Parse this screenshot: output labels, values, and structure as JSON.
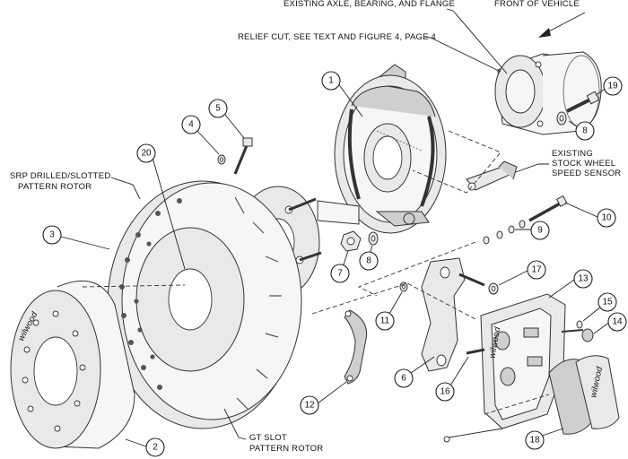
{
  "callouts": {
    "existing_axle": "EXISTING AXLE, BEARING, AND FLANGE",
    "front_of_vehicle": "FRONT OF VEHICLE",
    "relief_cut": "RELIEF CUT, SEE TEXT AND FIGURE 4, PAGE 4",
    "existing_sensor": [
      "EXISTING",
      "STOCK WHEEL",
      "SPEED SENSOR"
    ],
    "srp_rotor": [
      "SRP DRILLED/SLOTTED",
      "PATTERN ROTOR"
    ],
    "gt_rotor": [
      "GT SLOT",
      "PATTERN ROTOR"
    ]
  },
  "part_numbers": {
    "p1": "1",
    "p2": "2",
    "p3": "3",
    "p4": "4",
    "p5": "5",
    "p6": "6",
    "p7": "7",
    "p8a": "8",
    "p8b": "8",
    "p9": "9",
    "p10": "10",
    "p11": "11",
    "p12": "12",
    "p13": "13",
    "p14": "14",
    "p15": "15",
    "p16": "16",
    "p17": "17",
    "p18": "18",
    "p19": "19",
    "p20": "20"
  },
  "brand_marks": {
    "hat_logo": "wilwood",
    "caliper_logo": "wilwood",
    "pad_logo": "wilwood"
  }
}
